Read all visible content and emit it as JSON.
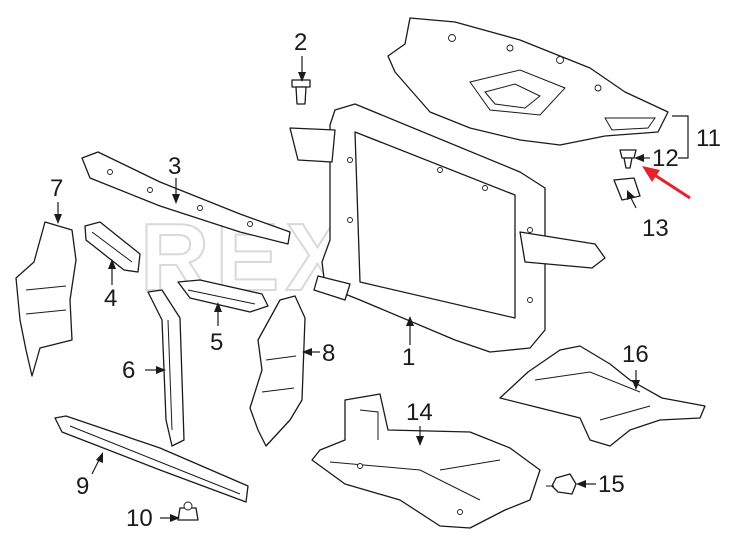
{
  "watermark": "REXKA",
  "callouts": [
    {
      "id": "1",
      "label": "1"
    },
    {
      "id": "2",
      "label": "2"
    },
    {
      "id": "3",
      "label": "3"
    },
    {
      "id": "4",
      "label": "4"
    },
    {
      "id": "5",
      "label": "5"
    },
    {
      "id": "6",
      "label": "6"
    },
    {
      "id": "7",
      "label": "7"
    },
    {
      "id": "8",
      "label": "8"
    },
    {
      "id": "9",
      "label": "9"
    },
    {
      "id": "10",
      "label": "10"
    },
    {
      "id": "11",
      "label": "11"
    },
    {
      "id": "12",
      "label": "12"
    },
    {
      "id": "13",
      "label": "13"
    },
    {
      "id": "14",
      "label": "14"
    },
    {
      "id": "15",
      "label": "15"
    },
    {
      "id": "16",
      "label": "16"
    }
  ],
  "colors": {
    "line": "#1a1a1a",
    "highlight_arrow": "#e8202a",
    "watermark": "#d9d9d9"
  },
  "highlighted_callout": "12"
}
